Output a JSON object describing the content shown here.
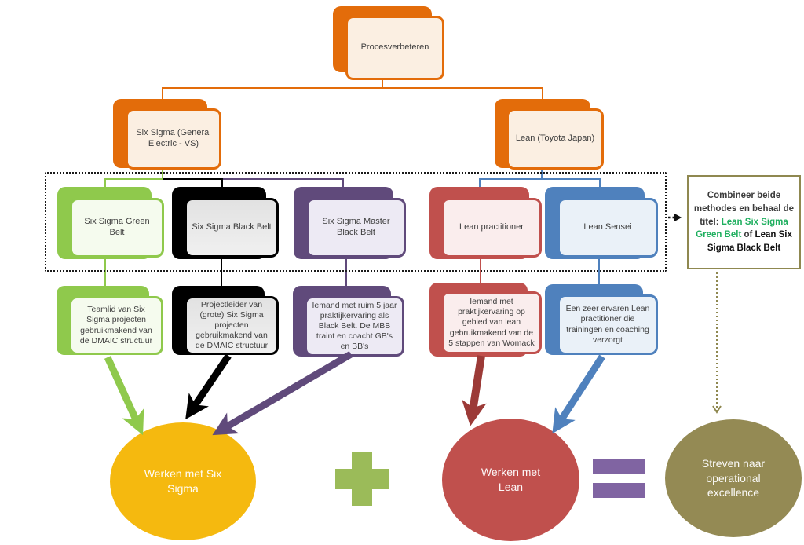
{
  "root_box": {
    "label": "Procesverbeteren"
  },
  "branches": {
    "six_sigma": {
      "label": "Six Sigma (General Electric - VS)"
    },
    "lean": {
      "label": "Lean (Toyota Japan)"
    }
  },
  "belts": {
    "green": {
      "label": "Six Sigma Green Belt",
      "description": "Teamlid van Six Sigma projecten gebruikmakend van de DMAIC structuur"
    },
    "black": {
      "label": "Six Sigma Black Belt",
      "description": "Projectleider van (grote) Six Sigma projecten gebruikmakend van de DMAIC structuur"
    },
    "purple": {
      "label": "Six Sigma Master Black Belt",
      "description": "Iemand met ruim 5 jaar praktijkervaring als Black Belt. De MBB traint en coacht GB's en BB's"
    },
    "red": {
      "label": "Lean practitioner",
      "description": "Iemand met praktijkervaring op gebied van lean gebruikmakend van de 5 stappen van Womack"
    },
    "blue": {
      "label": "Lean Sensei",
      "description": "Een zeer ervaren Lean practitioner die trainingen en coaching verzorgt"
    }
  },
  "combine_note": {
    "text_before": "Combineer beide methodes en behaal de titel: ",
    "green_title": "Lean Six Sigma Green Belt",
    "connector_word": " of ",
    "black_title": "Lean Six Sigma Black Belt"
  },
  "results": {
    "six_sigma_circle": "Werken met Six Sigma",
    "lean_circle": "Werken met Lean",
    "excellence_circle": "Streven naar operational excellence"
  },
  "colors": {
    "orange": "#E36C0A",
    "green": "#8FC94C",
    "black": "#000000",
    "purple": "#604A7B",
    "red": "#C0504D",
    "blue": "#4F81BD",
    "dark_red_arrow": "#9C3A37",
    "yellow_circle": "#F5B90F",
    "red_circle": "#C0504D",
    "olive_circle": "#948A54",
    "plus_sign": "#9BBB59",
    "equals_sign": "#8064A2",
    "note_border": "#8F8850",
    "note_green_text": "#1FAF5F"
  }
}
